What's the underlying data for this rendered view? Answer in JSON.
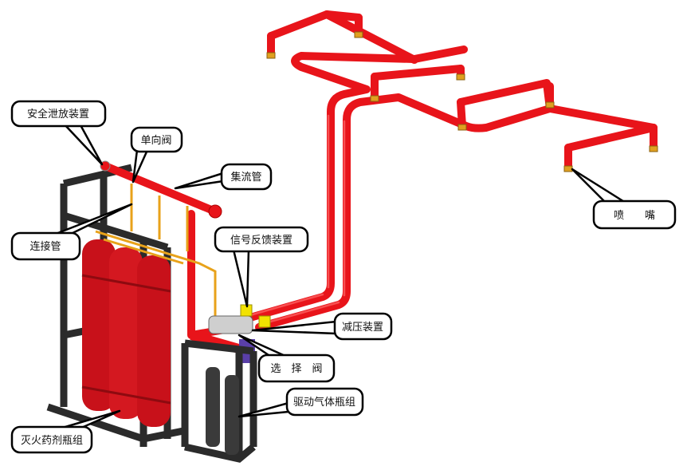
{
  "title": "气体灭火系统组成示意图",
  "labels": {
    "safety_relief": "安全泄放装置",
    "check_valve": "单向阀",
    "manifold": "集流管",
    "connecting_pipe": "连接管",
    "signal_feedback": "信号反馈装置",
    "pressure_reducer": "减压装置",
    "selector_valve": "选　择　阀",
    "nozzle": "喷　　嘴",
    "drive_gas_cylinders": "驱动气体瓶组",
    "agent_cylinders": "灭火药剂瓶组"
  },
  "colors": {
    "pipe": "#e8141a",
    "frame": "#2b2b2b",
    "nozzle": "#e0a020",
    "small_pipe": "#e8a21a",
    "accent": "#5a3fa8"
  }
}
